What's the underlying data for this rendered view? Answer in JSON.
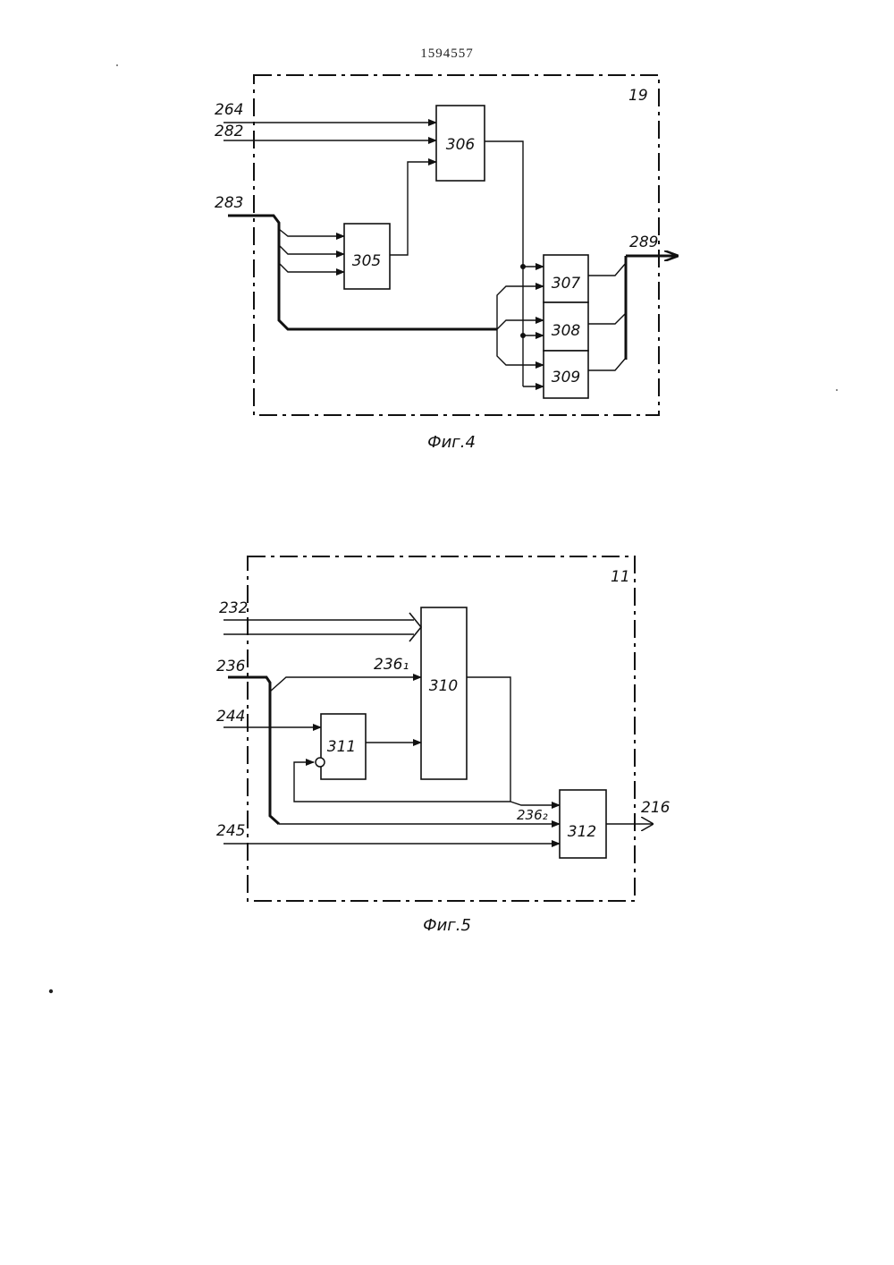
{
  "header": {
    "patent_number": "1594557"
  },
  "fig4": {
    "caption": "Фиг.4",
    "frame_label": "19",
    "blocks": {
      "b305": "305",
      "b306": "306",
      "b307": "307",
      "b308": "308",
      "b309": "309"
    },
    "signals": {
      "s264": "264",
      "s282": "282",
      "s283": "283",
      "s289": "289"
    }
  },
  "fig5": {
    "caption": "Фиг.5",
    "frame_label": "11",
    "blocks": {
      "b310": "310",
      "b311": "311",
      "b312": "312"
    },
    "signals": {
      "s232": "232",
      "s236": "236",
      "s236_1": "236₁",
      "s236_2": "236₂",
      "s244": "244",
      "s245": "245",
      "s216": "216"
    }
  }
}
